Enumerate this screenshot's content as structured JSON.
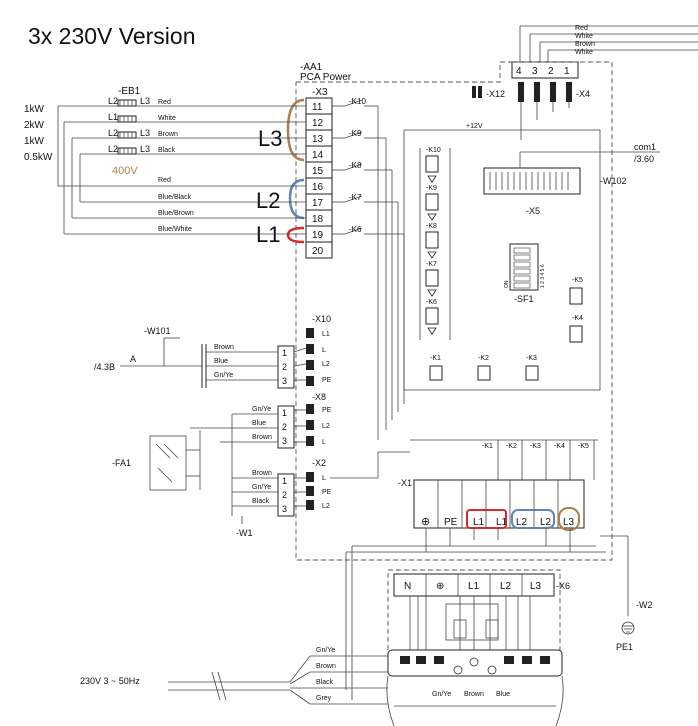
{
  "title": "3x 230V Version",
  "labels": {
    "aa1": "-AA1",
    "pca_power": "PCA Power",
    "x3": "-X3",
    "eb1": "-EB1",
    "x12": "-X12",
    "x4": "-X4",
    "x5": "-X5",
    "sf1": "-SF1",
    "x10": "-X10",
    "x8": "-X8",
    "x2": "-X2",
    "x1": "-X1",
    "x6": "-X6",
    "w101": "-W101",
    "w102": "-W102",
    "w1": "-W1",
    "w2": "-W2",
    "pe1": "PE1",
    "fa1": "-FA1",
    "volt_400": "400V",
    "plus12v": "+12V",
    "com1": "com1",
    "ref_360": "/3.60",
    "ref_43b": "/4.3B",
    "ref_a": "A",
    "supply": "230V 3 ~ 50Hz"
  },
  "power_levels": [
    "1kW",
    "2kW",
    "1kW",
    "0.5kW"
  ],
  "eb1_rows": [
    {
      "left": "L2",
      "right": "L3",
      "color": "Red"
    },
    {
      "left": "L1",
      "right": "",
      "color": "White"
    },
    {
      "left": "L2",
      "right": "L3",
      "color": "Brown"
    },
    {
      "left": "L2",
      "right": "L3",
      "color": "Black"
    }
  ],
  "x3_terminals": [
    "11",
    "12",
    "13",
    "14",
    "15",
    "16",
    "17",
    "18",
    "19",
    "20"
  ],
  "x3_wire_labels": [
    "Red",
    "Blue/Black",
    "Blue/Brown",
    "Blue/White"
  ],
  "relay_refs": [
    "-K10",
    "-K9",
    "-K8",
    "-K7",
    "-K6"
  ],
  "phase_groups": [
    {
      "label": "L3",
      "color": "#b07d4e"
    },
    {
      "label": "L2",
      "color": "#5b87b5"
    },
    {
      "label": "L1",
      "color": "#d42a2a"
    }
  ],
  "x4_pins": [
    "4",
    "3",
    "2",
    "1"
  ],
  "x4_wires": [
    "Red",
    "White",
    "Brown",
    "White"
  ],
  "relay_block": [
    "-K10",
    "-K9",
    "-K8",
    "-K7",
    "-K6"
  ],
  "relay_row": [
    "-K1",
    "-K2",
    "-K3"
  ],
  "relay_right": [
    "-K5",
    "-K4"
  ],
  "relay_bottom": [
    "-K1",
    "-K2",
    "-K3",
    "-K4",
    "-K5"
  ],
  "x10": {
    "wires": [
      "Brown",
      "Blue",
      "Gn/Ye"
    ],
    "pins": [
      "1",
      "2",
      "3"
    ],
    "terms": [
      "L1",
      "L",
      "L2",
      "PE"
    ]
  },
  "x8": {
    "wires": [
      "Gn/Ye",
      "Blue",
      "Brown"
    ],
    "pins": [
      "1",
      "2",
      "3"
    ],
    "terms": [
      "PE",
      "L2",
      "L"
    ]
  },
  "x2": {
    "wires": [
      "Brown",
      "Gn/Ye",
      "Black"
    ],
    "pins": [
      "1",
      "2",
      "3"
    ],
    "terms": [
      "L",
      "PE",
      "L2"
    ]
  },
  "x1_terms": [
    "⊕",
    "PE",
    "L1",
    "L1",
    "L2",
    "L2",
    "L3"
  ],
  "x6_terms": [
    "N",
    "⊕",
    "L1",
    "L2",
    "L3"
  ],
  "supply_wires": [
    "Gn/Ye",
    "Brown",
    "Black",
    "Grey"
  ],
  "plug_labels": [
    "Gn/Ye",
    "Brown",
    "Blue"
  ],
  "sf1_text": "1 2 3 4 5 6",
  "sf1_on": "ON"
}
